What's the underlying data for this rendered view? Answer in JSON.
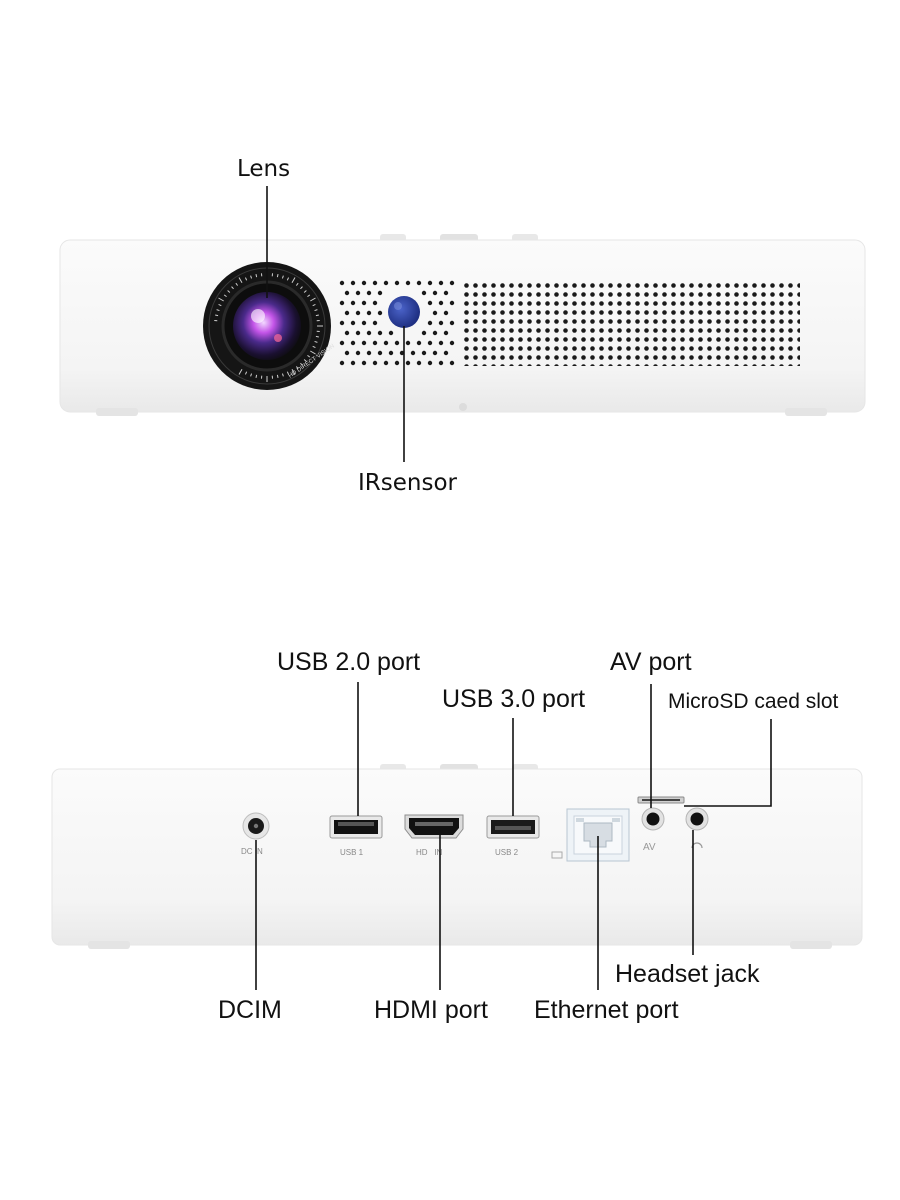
{
  "front_view": {
    "lens_label": "Lens",
    "ir_sensor_label": "IRsensor",
    "lens_ring_text": "HD DIRECT VISION"
  },
  "rear_view": {
    "usb2_label": "USB 2.0 port",
    "usb3_label": "USB 3.0 port",
    "av_label": "AV port",
    "microsd_label": "MicroSD caed slot",
    "dcim_label": "DCIM",
    "hdmi_label": "HDMI port",
    "ethernet_label": "Ethernet port",
    "headset_label": "Headset jack",
    "print_dc_in": "DC IN",
    "print_usb1": "USB 1",
    "print_hdmi_in": "HD   IN",
    "print_usb2": "USB 2",
    "print_av": "AV"
  },
  "colors": {
    "body": "#f7f7f7",
    "body_edge": "#e2e2e2",
    "ink": "#111111",
    "lens_ring": "#141414",
    "ir_sensor": "#2a3f9e"
  }
}
